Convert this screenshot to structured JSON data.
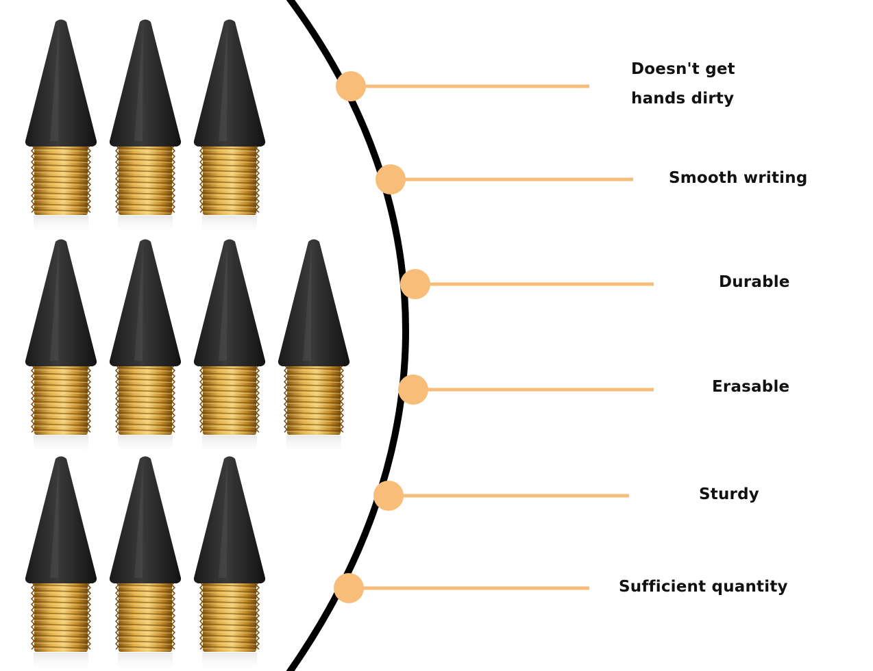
{
  "colors": {
    "background": "#ffffff",
    "arc": "#000000",
    "connector": "#f6be7a",
    "dot": "#f8be79",
    "nib_cone": "#2b2b2b",
    "nib_thread": "#c98f24",
    "label_text": "#111111"
  },
  "features": [
    {
      "lines": [
        "Doesn't get",
        "hands dirty"
      ]
    },
    {
      "lines": [
        "Smooth writing"
      ]
    },
    {
      "lines": [
        "Durable"
      ]
    },
    {
      "lines": [
        "Erasable"
      ]
    },
    {
      "lines": [
        "Sturdy"
      ]
    },
    {
      "lines": [
        "Sufficient quantity"
      ]
    }
  ],
  "product": {
    "item_icon": "pencil-nib-icon",
    "nib_rows": [
      3,
      4,
      3
    ]
  }
}
